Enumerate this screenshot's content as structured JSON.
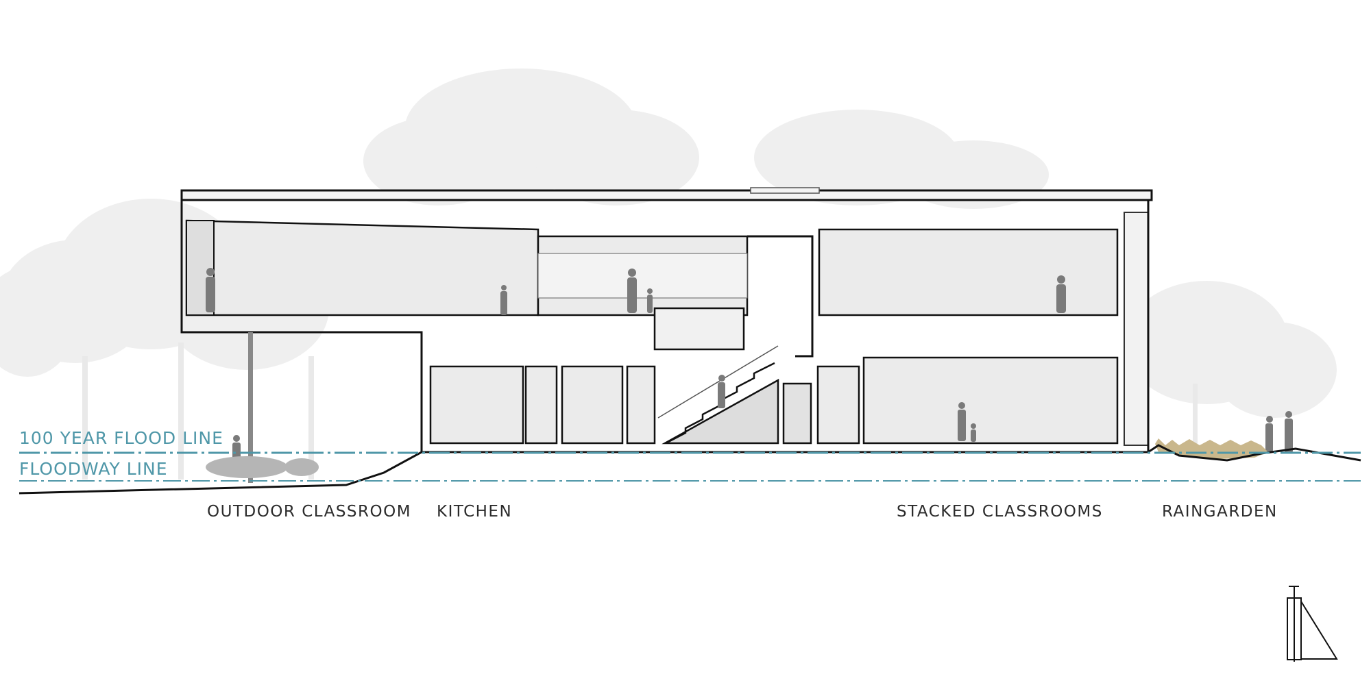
{
  "flood_lines": {
    "flood_100yr": "100 YEAR FLOOD LINE",
    "floodway": "FLOODWAY LINE",
    "line_color": "#4f97a8"
  },
  "space_labels": {
    "outdoor_classroom": "OUTDOOR CLASSROOM",
    "kitchen": "KITCHEN",
    "stacked_classrooms": "STACKED CLASSROOMS",
    "raingarden": "RAINGARDEN"
  },
  "colors": {
    "section_line": "#111111",
    "interior_fill": "#ebebeb",
    "background_trees": "#eeeeee",
    "figures": "#7a7a7a",
    "raingarden_grass": "#c9b78c"
  },
  "icons": [
    "section-key-icon"
  ]
}
